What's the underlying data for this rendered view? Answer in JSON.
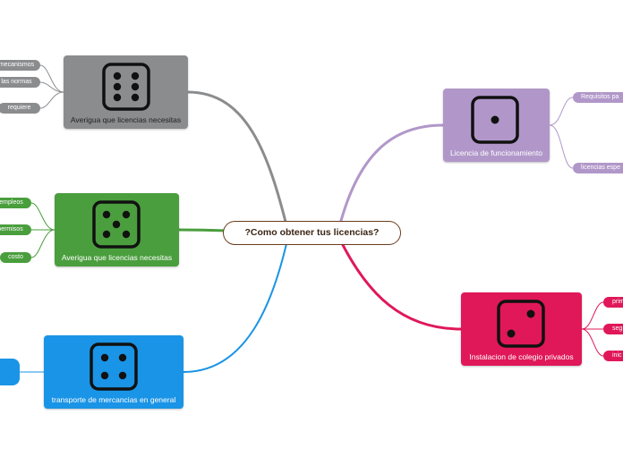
{
  "root": {
    "label": "?Como obtener tus licencias?"
  },
  "topics": {
    "gray": {
      "label": "Averigua que licencias necesitas",
      "color": "#8b8c8e",
      "icon": "dice-six-icon"
    },
    "green": {
      "label": "Averigua que licencias necesitas",
      "color": "#4a9e3d",
      "icon": "dice-five-icon"
    },
    "blue": {
      "label": "transporte de mercancias en general",
      "color": "#1a94e6",
      "icon": "dice-four-icon"
    },
    "purple": {
      "label": "Licencia de funcionamiento",
      "color": "#b197c9",
      "icon": "dice-one-icon"
    },
    "pink": {
      "label": "Instalacion de colegio privados",
      "color": "#e0185a",
      "icon": "dice-two-icon"
    }
  },
  "leaves": {
    "gray": [
      "mecanismos",
      "las normas",
      "requiere"
    ],
    "green": [
      "empleos",
      "permisos",
      "costo"
    ],
    "purple": [
      "Requisitos pa",
      "licencias espe"
    ],
    "pink": [
      "prim",
      "seg",
      "inic"
    ]
  }
}
